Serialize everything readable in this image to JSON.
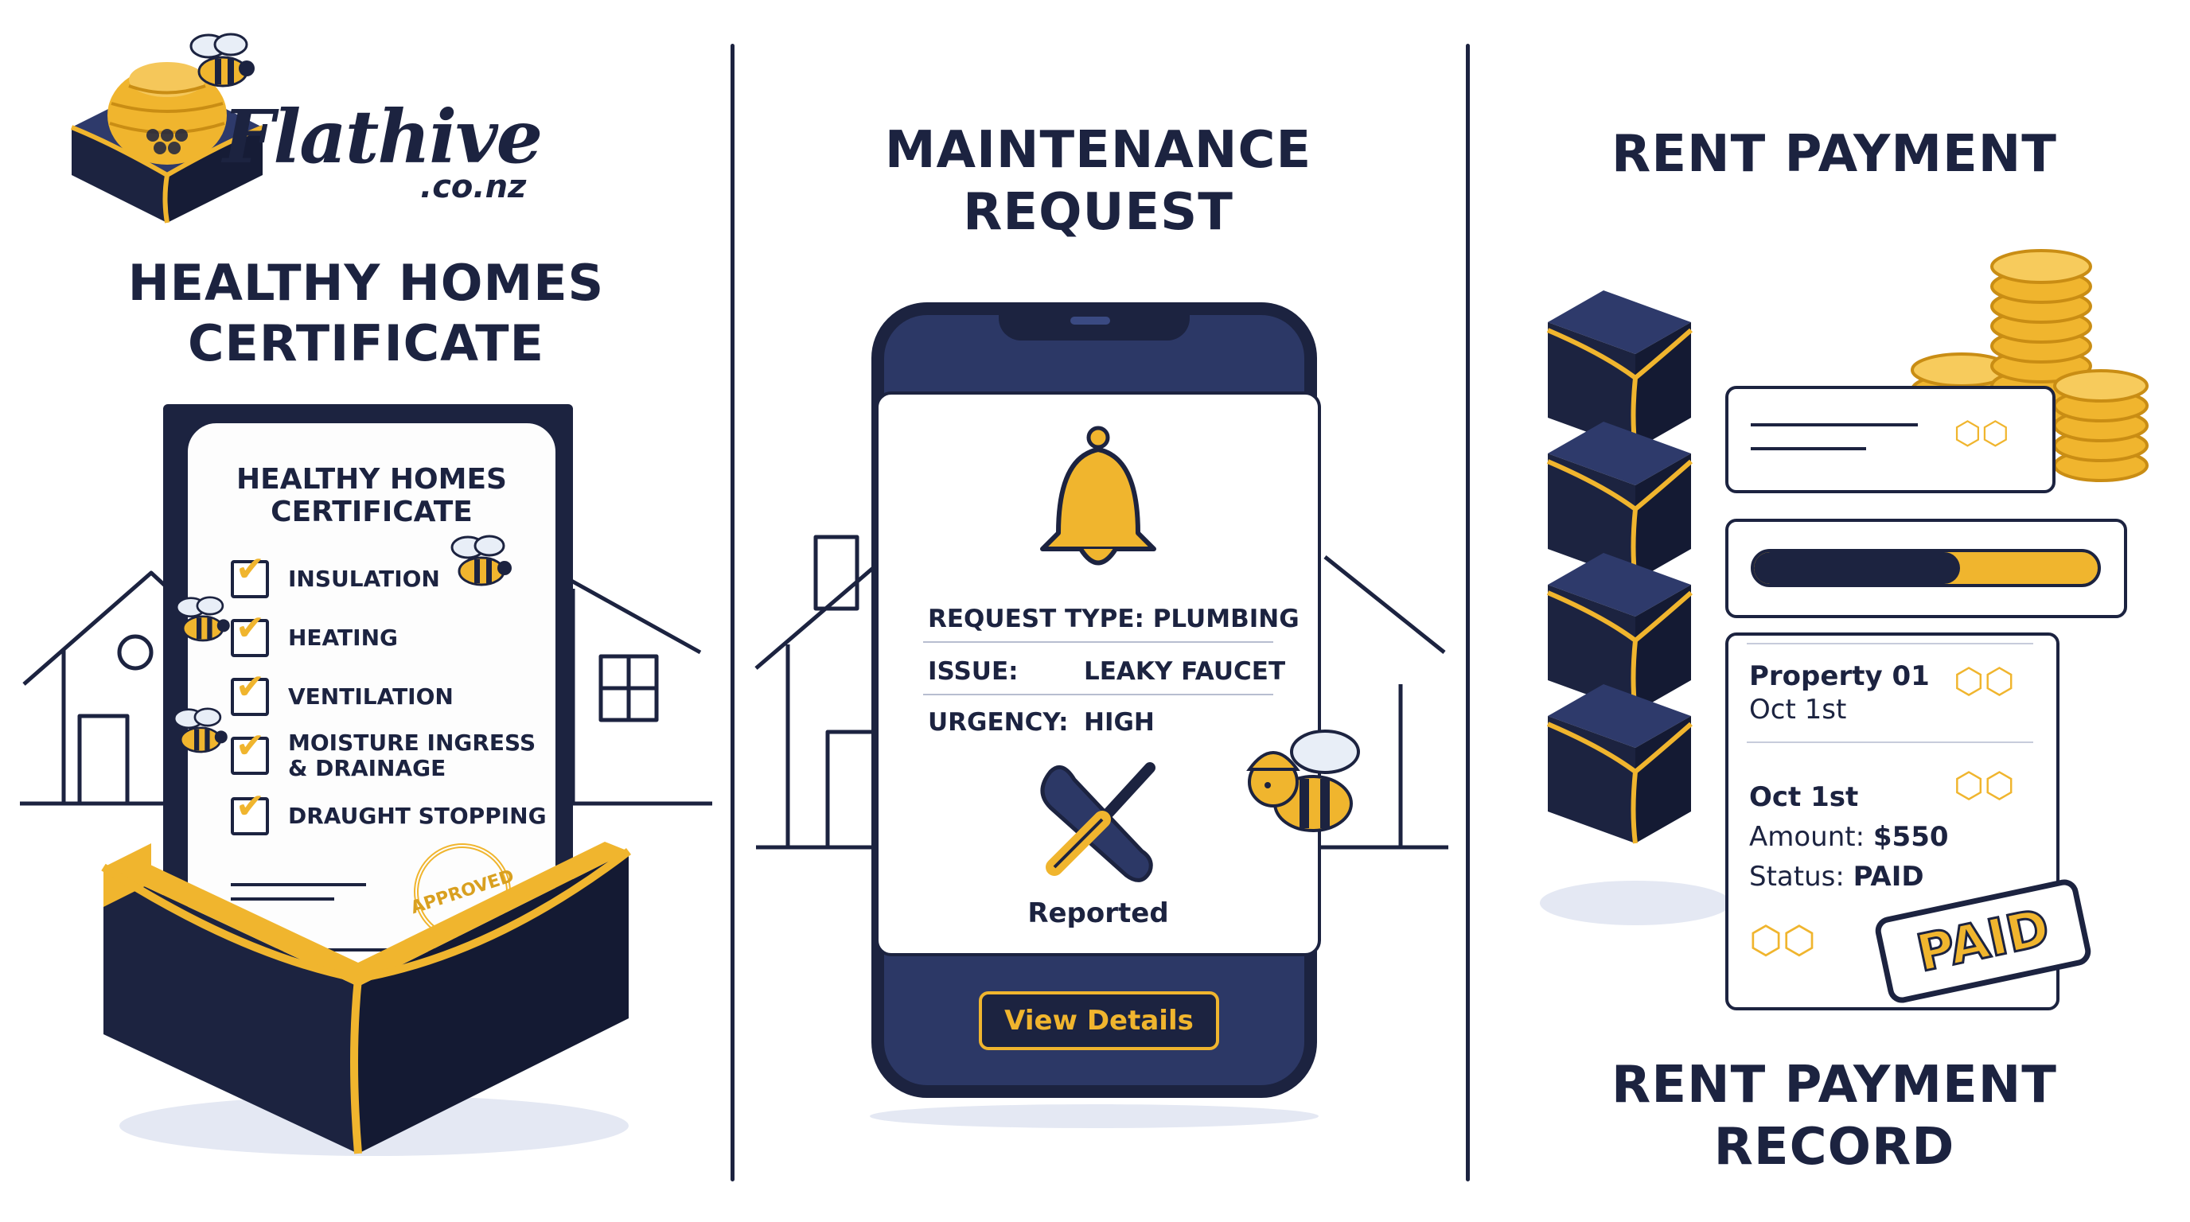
{
  "brand": {
    "name": "Flathive",
    "domain_suffix": ".co.nz"
  },
  "panels": {
    "certificate": {
      "heading_line1": "HEALTHY HOMES",
      "heading_line2": "CERTIFICATE",
      "doc_title_line1": "HEALTHY HOMES",
      "doc_title_line2": "CERTIFICATE",
      "checklist": [
        {
          "label": "INSULATION",
          "checked": true
        },
        {
          "label": "HEATING",
          "checked": true
        },
        {
          "label": "VENTILATION",
          "checked": true
        },
        {
          "label_line1": "MOISTURE INGRESS",
          "label_line2": "& DRAINAGE",
          "checked": true
        },
        {
          "label": "DRAUGHT STOPPING",
          "checked": true
        }
      ],
      "stamp": "APPROVED"
    },
    "maintenance": {
      "heading_line1": "MAINTENANCE",
      "heading_line2": "REQUEST",
      "rows": [
        {
          "label": "REQUEST TYPE: PLUMBING"
        },
        {
          "label": "ISSUE:",
          "value": "LEAKY FAUCET"
        },
        {
          "label": "URGENCY:",
          "value": "HIGH"
        }
      ],
      "status": "Reported",
      "button": "View Details"
    },
    "rent": {
      "heading": "RENT PAYMENT",
      "progress": 0.6,
      "property_title": "Property 01",
      "property_date": "Oct 1st",
      "record_date": "Oct 1st",
      "amount_label": "Amount:",
      "amount_value": "$550",
      "status_label": "Status:",
      "status_value": "PAID",
      "stamp": "PAID",
      "footer_line1": "RENT PAYMENT",
      "footer_line2": "RECORD"
    }
  },
  "colors": {
    "navy": "#1c2340",
    "gold": "#f0b52e",
    "gold_dark": "#c98d14",
    "white": "#ffffff"
  }
}
